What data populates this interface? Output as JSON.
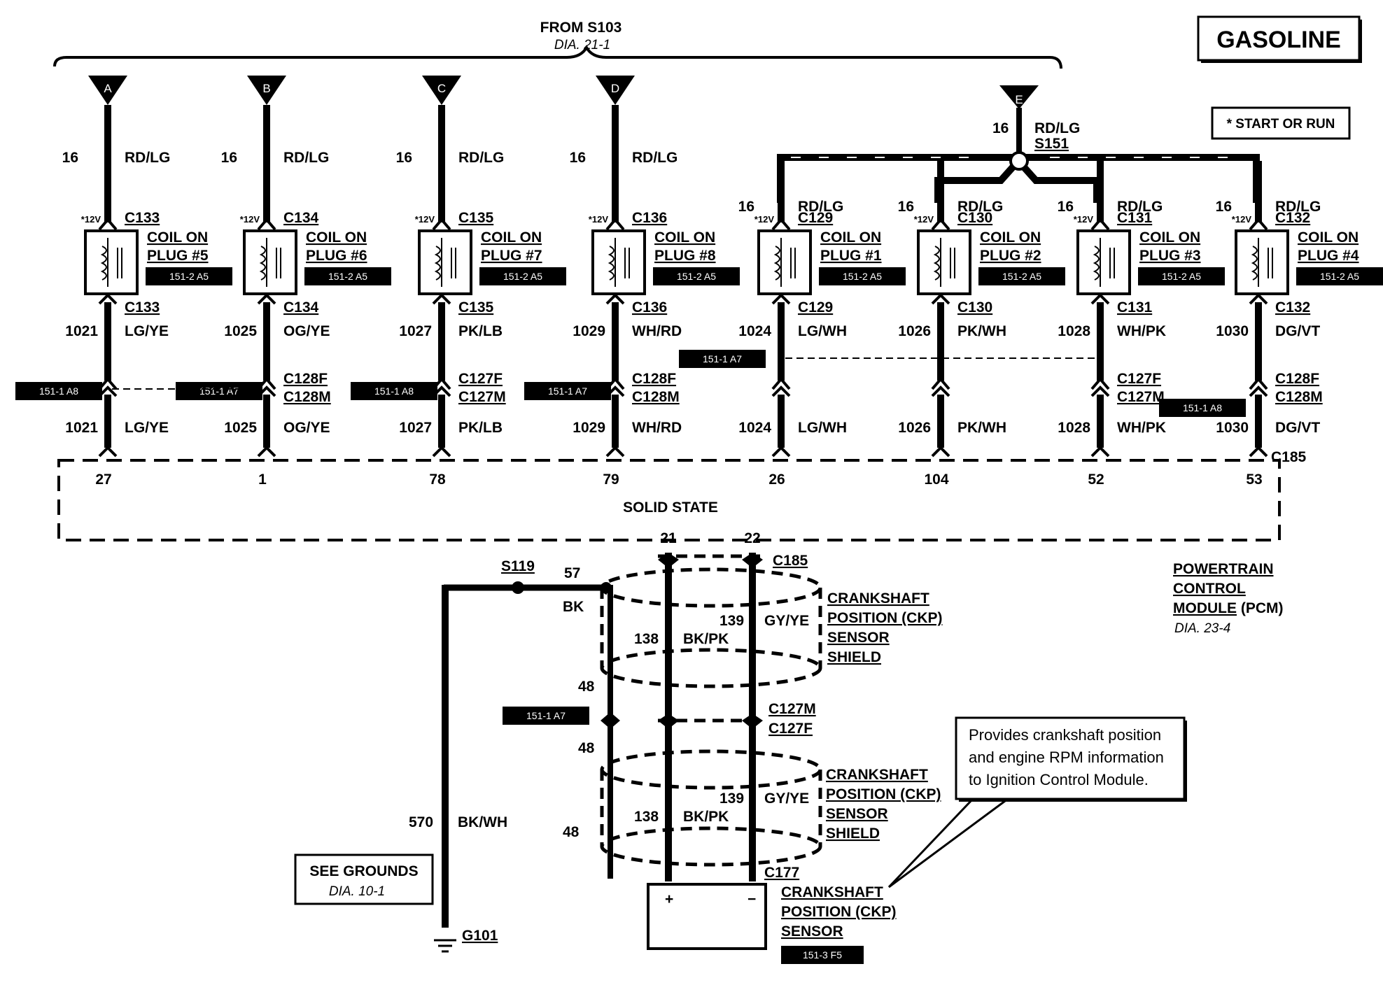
{
  "header": {
    "from_label": "FROM S103",
    "from_dia": "DIA. 21-1",
    "engine_label": "GASOLINE",
    "start_run_label": "* START OR RUN"
  },
  "splice_e": {
    "gauge": "16",
    "color": "RD/LG",
    "splice": "S151"
  },
  "coils": [
    {
      "letter": "A",
      "gauge": "16",
      "color": "RD/LG",
      "volt": "*12V",
      "conn": "C133",
      "name1": "COIL ON",
      "name2": "PLUG #5",
      "ref": "151-2 A5",
      "conn_bottom": "C133",
      "circuit": "1021",
      "wire": "LG/YE",
      "split_ref": "151-1 A8",
      "split_top": "",
      "split_bottom": "",
      "circuit2": "1021",
      "wire2": "LG/YE",
      "pin": "27"
    },
    {
      "letter": "B",
      "gauge": "16",
      "color": "RD/LG",
      "volt": "*12V",
      "conn": "C134",
      "name1": "COIL ON",
      "name2": "PLUG #6",
      "ref": "151-2 A5",
      "conn_bottom": "C134",
      "circuit": "1025",
      "wire": "OG/YE",
      "split_ref": "151-1 A7",
      "split_top": "C128F",
      "split_bottom": "C128M",
      "circuit2": "1025",
      "wire2": "OG/YE",
      "pin": "1"
    },
    {
      "letter": "C",
      "gauge": "16",
      "color": "RD/LG",
      "volt": "*12V",
      "conn": "C135",
      "name1": "COIL ON",
      "name2": "PLUG #7",
      "ref": "151-2 A5",
      "conn_bottom": "C135",
      "circuit": "1027",
      "wire": "PK/LB",
      "split_ref": "151-1 A8",
      "split_top": "C127F",
      "split_bottom": "C127M",
      "circuit2": "1027",
      "wire2": "PK/LB",
      "pin": "78"
    },
    {
      "letter": "D",
      "gauge": "16",
      "color": "RD/LG",
      "volt": "*12V",
      "conn": "C136",
      "name1": "COIL ON",
      "name2": "PLUG #8",
      "ref": "151-2 A5",
      "conn_bottom": "C136",
      "circuit": "1029",
      "wire": "WH/RD",
      "split_ref": "151-1 A7",
      "split_top": "C128F",
      "split_bottom": "C128M",
      "circuit2": "1029",
      "wire2": "WH/RD",
      "pin": "79"
    },
    {
      "letter": "",
      "gauge": "16",
      "color": "RD/LG",
      "volt": "*12V",
      "conn": "C129",
      "name1": "COIL ON",
      "name2": "PLUG #1",
      "ref": "151-2 A5",
      "conn_bottom": "C129",
      "circuit": "1024",
      "wire": "LG/WH",
      "split_ref": "",
      "split_top": "",
      "split_bottom": "",
      "circuit2": "1024",
      "wire2": "LG/WH",
      "pin": "26"
    },
    {
      "letter": "",
      "gauge": "16",
      "color": "RD/LG",
      "volt": "*12V",
      "conn": "C130",
      "name1": "COIL ON",
      "name2": "PLUG #2",
      "ref": "151-2 A5",
      "conn_bottom": "C130",
      "circuit": "1026",
      "wire": "PK/WH",
      "split_ref": "",
      "split_top": "",
      "split_bottom": "",
      "circuit2": "1026",
      "wire2": "PK/WH",
      "pin": "104"
    },
    {
      "letter": "",
      "gauge": "16",
      "color": "RD/LG",
      "volt": "*12V",
      "conn": "C131",
      "name1": "COIL ON",
      "name2": "PLUG #3",
      "ref": "151-2 A5",
      "conn_bottom": "C131",
      "circuit": "1028",
      "wire": "WH/PK",
      "split_ref": "151-1 A8",
      "split_top": "C127F",
      "split_bottom": "C127M",
      "circuit2": "1028",
      "wire2": "WH/PK",
      "pin": "52"
    },
    {
      "letter": "",
      "gauge": "16",
      "color": "RD/LG",
      "volt": "*12V",
      "conn": "C132",
      "name1": "COIL ON",
      "name2": "PLUG #4",
      "ref": "151-2 A5",
      "conn_bottom": "C132",
      "circuit": "1030",
      "wire": "DG/VT",
      "split_ref": "",
      "split_top": "C128F",
      "split_bottom": "C128M",
      "circuit2": "1030",
      "wire2": "DG/VT",
      "pin": "53"
    }
  ],
  "coil_letter_e": "E",
  "c185_lower": "C185",
  "pcm": {
    "solid_state": "SOLID STATE",
    "line1": "POWERTRAIN",
    "line2": "CONTROL",
    "line3a": "MODULE",
    "line3b": " (PCM)",
    "dia": "DIA. 23-4"
  },
  "ckp": {
    "pin_21": "21",
    "pin_22": "22",
    "c185": "C185",
    "s119": "S119",
    "gnd_circuit": "57",
    "gnd_color": "BK",
    "shield_label": [
      "CRANKSHAFT",
      "POSITION (CKP)",
      "SENSOR",
      "SHIELD"
    ],
    "c138": "138",
    "c138_color": "BK/PK",
    "c139": "139",
    "c139_color": "GY/YE",
    "drain": "48",
    "split_ref": "151-1 A7",
    "split_top": "C127M",
    "split_bottom": "C127F",
    "c177": "C177",
    "sensor_label": [
      "CRANKSHAFT",
      "POSITION (CKP)",
      "SENSOR"
    ],
    "sensor_ref": "151-3 F5",
    "plus": "+",
    "minus": "−",
    "note": [
      "Provides crankshaft position",
      "and engine RPM information",
      "to Ignition Control Module."
    ]
  },
  "ground": {
    "circuit": "570",
    "color": "BK/WH",
    "see1": "SEE GROUNDS",
    "see2": "DIA. 10-1",
    "g101": "G101"
  }
}
